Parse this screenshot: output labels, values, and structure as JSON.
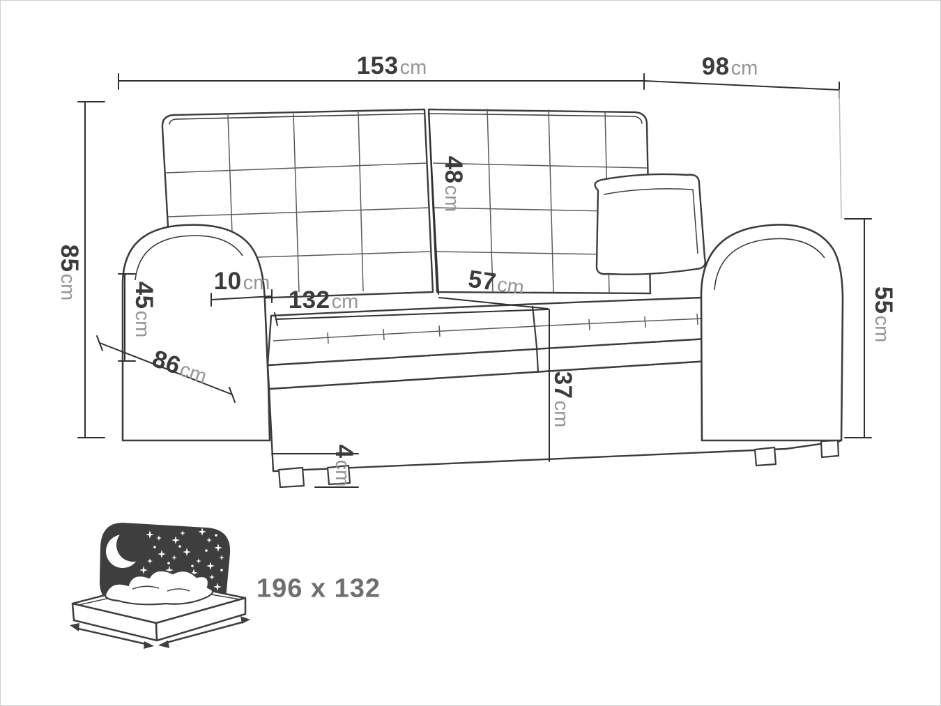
{
  "diagram": {
    "type": "furniture-dimension-diagram",
    "product": "sofa-bed"
  },
  "dims": {
    "overall_width": {
      "value": "153",
      "unit": "cm"
    },
    "overall_depth": {
      "value": "98",
      "unit": "cm"
    },
    "overall_height": {
      "value": "85",
      "unit": "cm"
    },
    "armrest_height": {
      "value": "45",
      "unit": "cm"
    },
    "armrest_width": {
      "value": "10",
      "unit": "cm"
    },
    "seat_width": {
      "value": "132",
      "unit": "cm"
    },
    "base_depth": {
      "value": "86",
      "unit": "cm"
    },
    "seat_depth": {
      "value": "57",
      "unit": "cm"
    },
    "backrest_height": {
      "value": "48",
      "unit": "cm"
    },
    "arm_side_height": {
      "value": "55",
      "unit": "cm"
    },
    "seat_height": {
      "value": "37",
      "unit": "cm"
    },
    "leg_height": {
      "value": "4",
      "unit": "cm"
    }
  },
  "sleeping_area": {
    "text": "196 x 132"
  },
  "icons": {
    "sleeping_area": "bed-night-icon"
  },
  "colors": {
    "line": "#3c3c3c",
    "dimension_number": "#3b3b3b",
    "dimension_unit": "#969696",
    "sleeping_text": "#6f6f6f",
    "night_shape": "#3e3e3e",
    "background": "#ffffff"
  }
}
